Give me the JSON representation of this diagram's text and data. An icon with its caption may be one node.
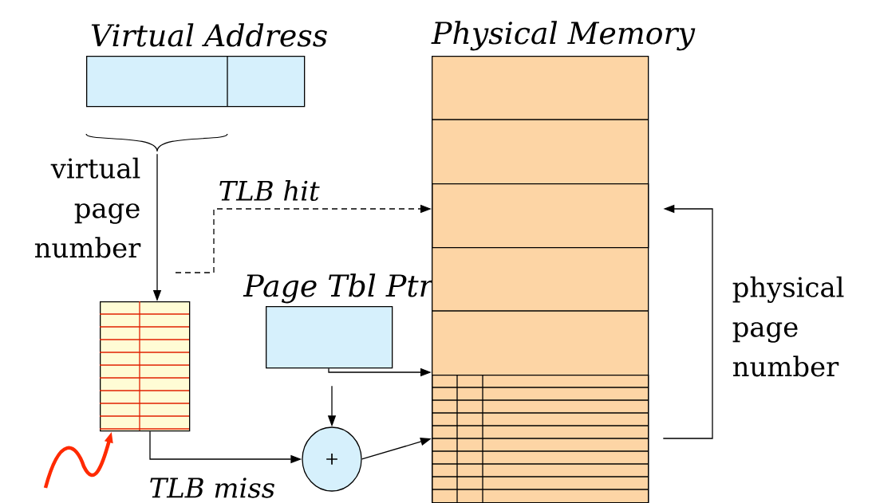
{
  "diagram": {
    "nodes": [
      {
        "text": [
          "Virtual Address"
        ]
      },
      {
        "text": [],
        "shape": "box"
      },
      {
        "text": [
          "Page Tbl Ptr"
        ]
      },
      {
        "text": [
          "+"
        ]
      },
      {
        "text": [
          "Physical Memory"
        ]
      },
      {
        "text": [],
        "shape": "box",
        "in": 4
      },
      {
        "text": [],
        "shape": "box",
        "in": 4
      }
    ],
    "edges": [
      {
        "from": 0,
        "to": 1,
        "arrow": "to",
        "label": "virtual page number"
      },
      {
        "from": null,
        "to": 5,
        "arrow": "to",
        "label": "TLB hit",
        "style": "dashed"
      },
      {
        "from": 1,
        "to": 3,
        "arrow": "to",
        "label": "TLB miss"
      },
      {
        "from": 2,
        "to": 6,
        "arrow": "to"
      },
      {
        "from": 2,
        "to": 3,
        "arrow": "to"
      },
      {
        "from": 3,
        "to": 6,
        "arrow": "to"
      },
      {
        "from": 6,
        "to": 5,
        "arrow": "to",
        "label": "physical page number"
      },
      {
        "from": null,
        "to": 1,
        "arrow": "to",
        "style": "thick",
        "color": "#ff2a00"
      }
    ]
  }
}
